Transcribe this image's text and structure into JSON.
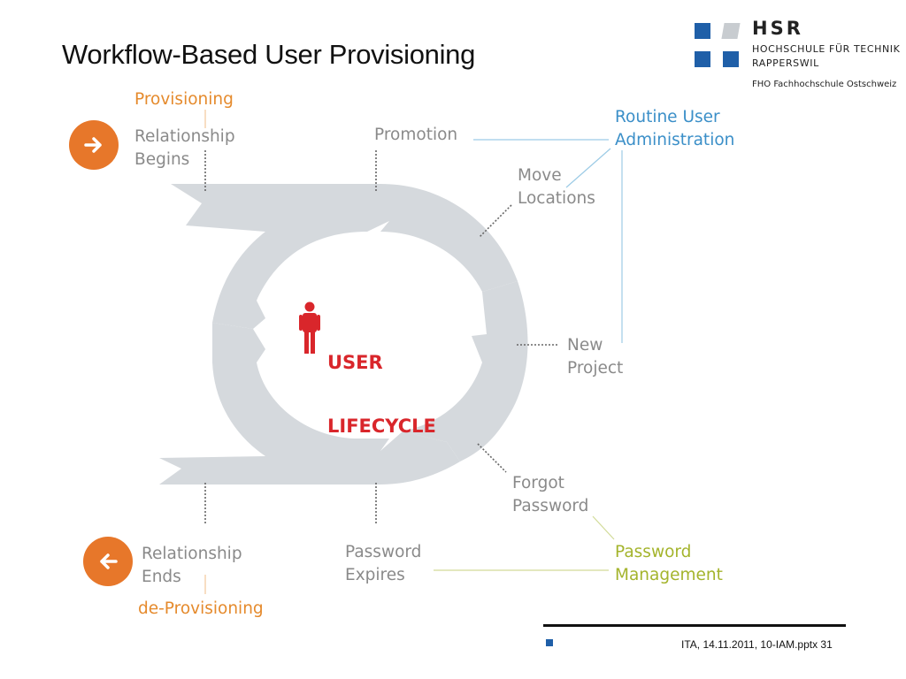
{
  "slide": {
    "title": "Workflow-Based User Provisioning",
    "footer": "ITA, 14.11.2011, 10-IAM.pptx 31"
  },
  "logo": {
    "name": "HSR",
    "line1": "HOCHSCHULE FÜR TECHNIK",
    "line2": "RAPPERSWIL",
    "line3": "FHO Fachhochschule Ostschweiz"
  },
  "diagram": {
    "center_line1": "USER",
    "center_line2": "LIFECYCLE",
    "provisioning": "Provisioning",
    "relationship_begins": "Relationship\nBegins",
    "promotion": "Promotion",
    "routine_admin": "Routine User\nAdministration",
    "move_locations": "Move\nLocations",
    "new_project": "New\nProject",
    "forgot_password": "Forgot\nPassword",
    "password_management": "Password\nManagement",
    "password_expires": "Password\nExpires",
    "relationship_ends": "Relationship\nEnds",
    "de_provisioning": "de-Provisioning"
  },
  "colors": {
    "orange": "#e58a2c",
    "blue": "#3b8fc8",
    "green": "#a4b42c",
    "grey_text": "#8a8a8a",
    "cycle_grey": "#d5d9dd",
    "lifecycle_red": "#d9262b",
    "hsr_blue": "#1f5fa8"
  },
  "icons": {
    "start": "arrow-right-icon",
    "end": "arrow-left-icon",
    "person": "person-icon"
  }
}
